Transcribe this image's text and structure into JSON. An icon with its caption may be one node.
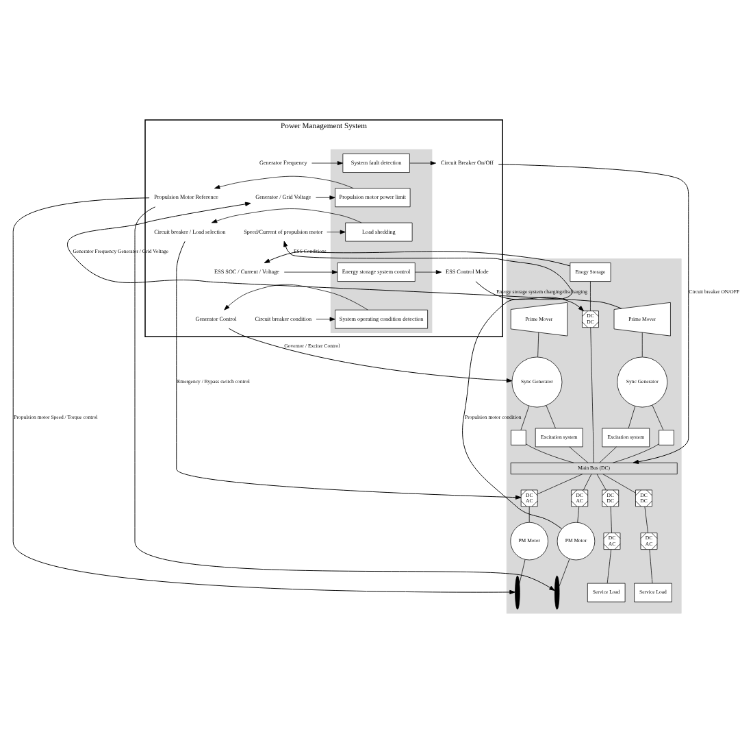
{
  "diagram": {
    "nodes": [
      {
        "text": [
          "Power Management System"
        ]
      },
      {
        "text": [
          "Generator Frequency"
        ],
        "in": 0
      },
      {
        "text": [
          "Generator / Grid Voltage"
        ],
        "in": 0
      },
      {
        "text": [
          "Speed/Current of propulsion motor"
        ],
        "in": 0
      },
      {
        "text": [
          "ESS SOC / Current / Voltage"
        ],
        "in": 0
      },
      {
        "text": [
          "Circuit breaker condition"
        ],
        "in": 0
      },
      {
        "text": [],
        "shape": "box",
        "in": 0
      },
      {
        "text": [
          "System fault detection"
        ],
        "in": 6
      },
      {
        "text": [
          "Propulsion motor power limit"
        ],
        "in": 6
      },
      {
        "text": [
          "Load shedding"
        ],
        "in": 6
      },
      {
        "text": [
          "Energy storage system control"
        ],
        "in": 6
      },
      {
        "text": [
          "System operating condition detection"
        ],
        "in": 6
      },
      {
        "text": [
          "Circuit Breaker On/Off"
        ],
        "in": 0
      },
      {
        "text": [
          "Propulsion Motor Reference"
        ],
        "in": 0
      },
      {
        "text": [
          "Circuit breaker / Load selection"
        ],
        "in": 0
      },
      {
        "text": [
          "ESS Control Mode"
        ],
        "in": 0
      },
      {
        "text": [
          "Generator Control"
        ],
        "in": 0
      },
      {
        "text": [],
        "shape": "box"
      },
      {
        "text": [
          "Prime Mover"
        ],
        "in": 17
      },
      {
        "text": [
          "Sync Generator"
        ],
        "in": 17
      },
      {
        "text": [
          "Excitation system"
        ],
        "in": 17
      },
      {
        "text": [],
        "shape": "box",
        "in": 17
      },
      {
        "text": [
          "Prime Mover"
        ],
        "in": 17
      },
      {
        "text": [
          "Sync Generator"
        ],
        "in": 17
      },
      {
        "text": [],
        "shape": "box",
        "in": 17
      },
      {
        "text": [
          "Excitation system"
        ],
        "in": 17
      },
      {
        "text": [
          "Enegy Storage"
        ],
        "in": 17
      },
      {
        "text": [
          "DC",
          "DC"
        ],
        "in": 17
      },
      {
        "text": [
          "Main Bus (DC)"
        ],
        "in": 17
      },
      {
        "text": [
          "DC",
          "AC"
        ],
        "in": 17
      },
      {
        "text": [
          "PM Motor"
        ],
        "in": 17
      },
      {
        "text": [],
        "shape": "propeller",
        "in": 17
      },
      {
        "text": [
          "DC",
          "DC"
        ],
        "in": 17
      },
      {
        "text": [
          "DC",
          "AC"
        ],
        "in": 17
      },
      {
        "text": [
          "Service Load"
        ],
        "in": 17
      },
      {
        "text": [
          "DC",
          "DC"
        ],
        "in": 17
      },
      {
        "text": [
          "DC",
          "AC"
        ],
        "in": 17
      },
      {
        "text": [
          "Service Load"
        ],
        "in": 17
      },
      {
        "text": [
          "DC",
          "AC"
        ],
        "in": 17
      },
      {
        "text": [
          "PM Motor"
        ],
        "in": 17
      },
      {
        "text": [],
        "shape": "propeller",
        "in": 17
      }
    ],
    "edges": [
      {
        "from": 1,
        "to": 7,
        "arrow": "to"
      },
      {
        "from": 2,
        "to": 8,
        "arrow": "to"
      },
      {
        "from": 3,
        "to": 9,
        "arrow": "to"
      },
      {
        "from": 4,
        "to": 10,
        "arrow": "to"
      },
      {
        "from": 5,
        "to": 11,
        "arrow": "to"
      },
      {
        "from": 7,
        "to": 12,
        "arrow": "to"
      },
      {
        "from": 8,
        "to": 13,
        "arrow": "to"
      },
      {
        "from": 9,
        "to": 14,
        "arrow": "to"
      },
      {
        "from": 10,
        "to": 15,
        "arrow": "to"
      },
      {
        "from": 11,
        "to": 16,
        "arrow": "to"
      },
      {
        "from": 18,
        "to": 19,
        "arrow": "none"
      },
      {
        "from": 19,
        "to": 20,
        "arrow": "none"
      },
      {
        "from": 19,
        "to": 21,
        "arrow": "none"
      },
      {
        "from": 20,
        "to": 28,
        "arrow": "none"
      },
      {
        "from": 21,
        "to": 28,
        "arrow": "none"
      },
      {
        "from": 22,
        "to": 23,
        "arrow": "none"
      },
      {
        "from": 23,
        "to": 24,
        "arrow": "none"
      },
      {
        "from": 23,
        "to": 25,
        "arrow": "none"
      },
      {
        "from": 24,
        "to": 28,
        "arrow": "none"
      },
      {
        "from": 25,
        "to": 28,
        "arrow": "none"
      },
      {
        "from": 26,
        "to": 27,
        "arrow": "none"
      },
      {
        "from": 27,
        "to": 28,
        "arrow": "none"
      },
      {
        "from": 28,
        "to": 29,
        "arrow": "none"
      },
      {
        "from": 29,
        "to": 30,
        "arrow": "none"
      },
      {
        "from": 30,
        "to": 31,
        "arrow": "none"
      },
      {
        "from": 28,
        "to": 32,
        "arrow": "none"
      },
      {
        "from": 32,
        "to": 33,
        "arrow": "none"
      },
      {
        "from": 33,
        "to": 34,
        "arrow": "none"
      },
      {
        "from": 28,
        "to": 35,
        "arrow": "none"
      },
      {
        "from": 35,
        "to": 36,
        "arrow": "none"
      },
      {
        "from": 36,
        "to": 37,
        "arrow": "none"
      },
      {
        "from": 28,
        "to": 38,
        "arrow": "none"
      },
      {
        "from": 38,
        "to": 39,
        "arrow": "none"
      },
      {
        "from": 39,
        "to": 40,
        "arrow": "none"
      },
      {
        "from": 39,
        "to": 3,
        "arrow": "to",
        "label": "Propulsion motor condition"
      },
      {
        "from": 26,
        "to": 4,
        "arrow": "to",
        "label": "ESS Conditions"
      },
      {
        "from": 22,
        "to": 2,
        "arrow": "to",
        "label": "Generator Frequency Generator / Grid Voltage"
      },
      {
        "from": 16,
        "to": 19,
        "arrow": "to",
        "label": "Governor / Exciter Control"
      },
      {
        "from": 12,
        "to": 28,
        "arrow": "to",
        "label": "Circuit breaker ON/OFF"
      },
      {
        "from": 14,
        "to": 29,
        "arrow": "to",
        "label": "Emergency / Bypass switch control"
      },
      {
        "from": 15,
        "to": 27,
        "arrow": "to",
        "label": "Energy storage system charging/discharging"
      },
      {
        "from": 13,
        "to": 31,
        "arrow": "to",
        "label": "Propulsion motor Speed / Torque control"
      },
      {
        "from": 13,
        "to": 40,
        "arrow": "to"
      }
    ]
  }
}
